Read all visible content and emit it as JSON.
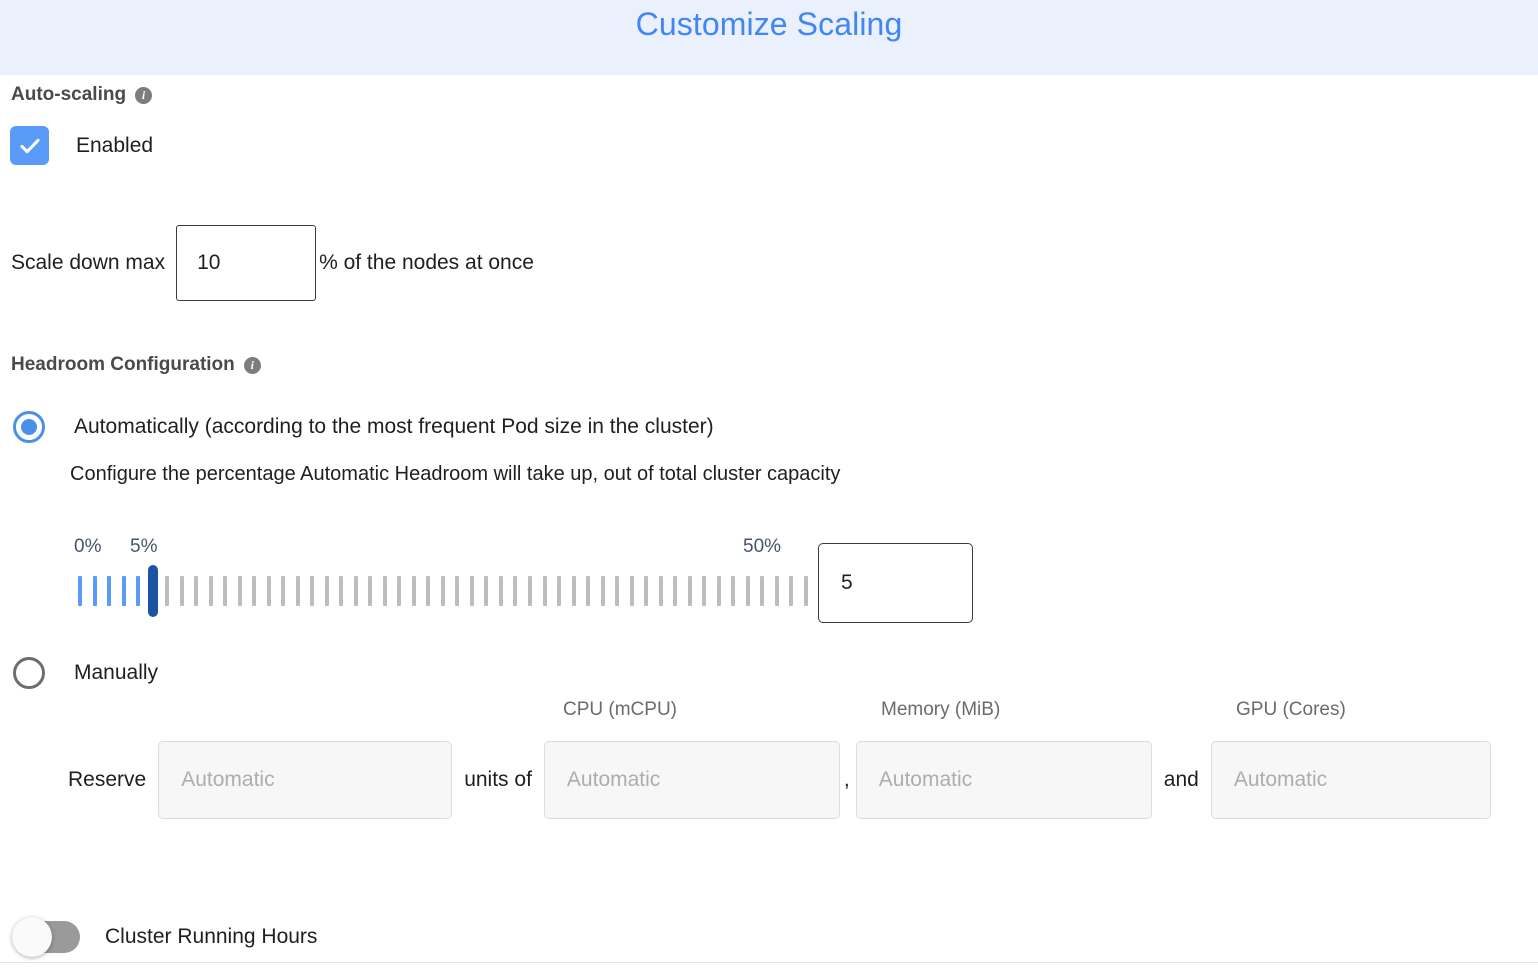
{
  "header": {
    "title": "Customize Scaling",
    "title_color": "#4285f4",
    "background_color": "#eaf1fd"
  },
  "autoscaling": {
    "heading": "Auto-scaling",
    "info_icon": "info-icon",
    "checkbox_label": "Enabled",
    "checkbox_checked": true,
    "checkbox_color": "#5b9bf8"
  },
  "scale_down": {
    "prefix_label": "Scale down max",
    "value": "10",
    "suffix_label": "% of the nodes at once"
  },
  "headroom": {
    "heading": "Headroom Configuration",
    "info_icon": "info-icon",
    "options": [
      {
        "label": "Automatically (according to the most frequent Pod size in the cluster)",
        "selected": true
      },
      {
        "label": "Manually",
        "selected": false
      }
    ],
    "description": "Configure the percentage Automatic Headroom will take up, out of total cluster capacity",
    "slider": {
      "min_label": "0%",
      "current_label": "5%",
      "max_label": "50%",
      "min": 0,
      "max": 50,
      "value": 5,
      "ticks": 51,
      "value_box": "5",
      "filled_color": "#5b9bf8",
      "empty_color": "#bdbdbd",
      "thumb_color": "#1b54a5",
      "label_color": "#47546b"
    },
    "manual_fields": {
      "reserve_word": "Reserve",
      "units_word": "units of",
      "comma": ",",
      "and_word": "and",
      "headers": {
        "cpu": "CPU (mCPU)",
        "memory": "Memory (MiB)",
        "gpu": "GPU (Cores)"
      },
      "placeholders": {
        "units": "Automatic",
        "cpu": "Automatic",
        "memory": "Automatic",
        "gpu": "Automatic"
      }
    }
  },
  "cluster_running_hours": {
    "label": "Cluster Running Hours",
    "enabled": false
  }
}
